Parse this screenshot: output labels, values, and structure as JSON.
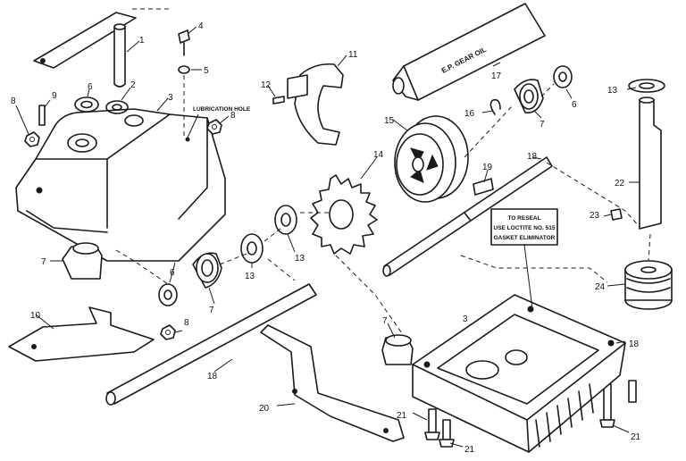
{
  "callouts": [
    {
      "id": "c1",
      "text": "1"
    },
    {
      "id": "c2",
      "text": "2"
    },
    {
      "id": "c3a",
      "text": "3"
    },
    {
      "id": "c3b",
      "text": "3"
    },
    {
      "id": "c4",
      "text": "4"
    },
    {
      "id": "c5",
      "text": "5"
    },
    {
      "id": "c6a",
      "text": "6"
    },
    {
      "id": "c6b",
      "text": "6"
    },
    {
      "id": "c6c",
      "text": "6"
    },
    {
      "id": "c7a",
      "text": "7"
    },
    {
      "id": "c7b",
      "text": "7"
    },
    {
      "id": "c7c",
      "text": "7"
    },
    {
      "id": "c7d",
      "text": "7"
    },
    {
      "id": "c8a",
      "text": "8"
    },
    {
      "id": "c8b",
      "text": "8"
    },
    {
      "id": "c8c",
      "text": "8"
    },
    {
      "id": "c9",
      "text": "9"
    },
    {
      "id": "c10",
      "text": "10"
    },
    {
      "id": "c11",
      "text": "11"
    },
    {
      "id": "c12",
      "text": "12"
    },
    {
      "id": "c13a",
      "text": "13"
    },
    {
      "id": "c13b",
      "text": "13"
    },
    {
      "id": "c13c",
      "text": "13"
    },
    {
      "id": "c14",
      "text": "14"
    },
    {
      "id": "c15",
      "text": "15"
    },
    {
      "id": "c16",
      "text": "16"
    },
    {
      "id": "c17",
      "text": "17"
    },
    {
      "id": "c18a",
      "text": "18"
    },
    {
      "id": "c18b",
      "text": "18"
    },
    {
      "id": "c18c",
      "text": "18"
    },
    {
      "id": "c19",
      "text": "19"
    },
    {
      "id": "c20",
      "text": "20"
    },
    {
      "id": "c21a",
      "text": "21"
    },
    {
      "id": "c21b",
      "text": "21"
    },
    {
      "id": "c21c",
      "text": "21"
    },
    {
      "id": "c22",
      "text": "22"
    },
    {
      "id": "c23",
      "text": "23"
    },
    {
      "id": "c24",
      "text": "24"
    }
  ],
  "labels": {
    "lubrication_hole": "LUBRICATION HOLE",
    "gear_oil": "E.P. GEAR OIL",
    "reseal_line1": "TO RESEAL",
    "reseal_line2": "USE LOCTITE NO. 515",
    "reseal_line3": "GASKET ELIMINATOR"
  }
}
